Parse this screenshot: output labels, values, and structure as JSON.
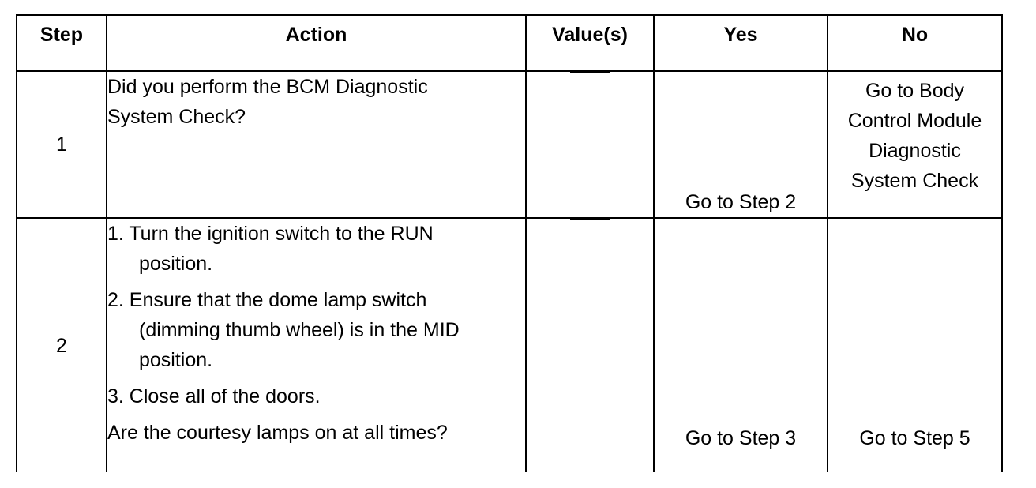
{
  "headers": {
    "step": "Step",
    "action": "Action",
    "values": "Value(s)",
    "yes": "Yes",
    "no": "No"
  },
  "rows": [
    {
      "step": "1",
      "action_text": "Did you perform the BCM Diagnostic System Check?",
      "value": "—",
      "yes": "Go to Step 2",
      "no": "Go to Body Control Module Diagnostic System Check"
    },
    {
      "step": "2",
      "action_items": [
        "1. Turn the ignition switch to the RUN position.",
        "2. Ensure that the dome lamp switch (dimming thumb wheel) is in the MID position.",
        "3. Close all of the doors."
      ],
      "question": "Are the courtesy lamps on at all times?",
      "value": "—",
      "yes": "Go to Step 3",
      "no": "Go to Step 5"
    }
  ]
}
